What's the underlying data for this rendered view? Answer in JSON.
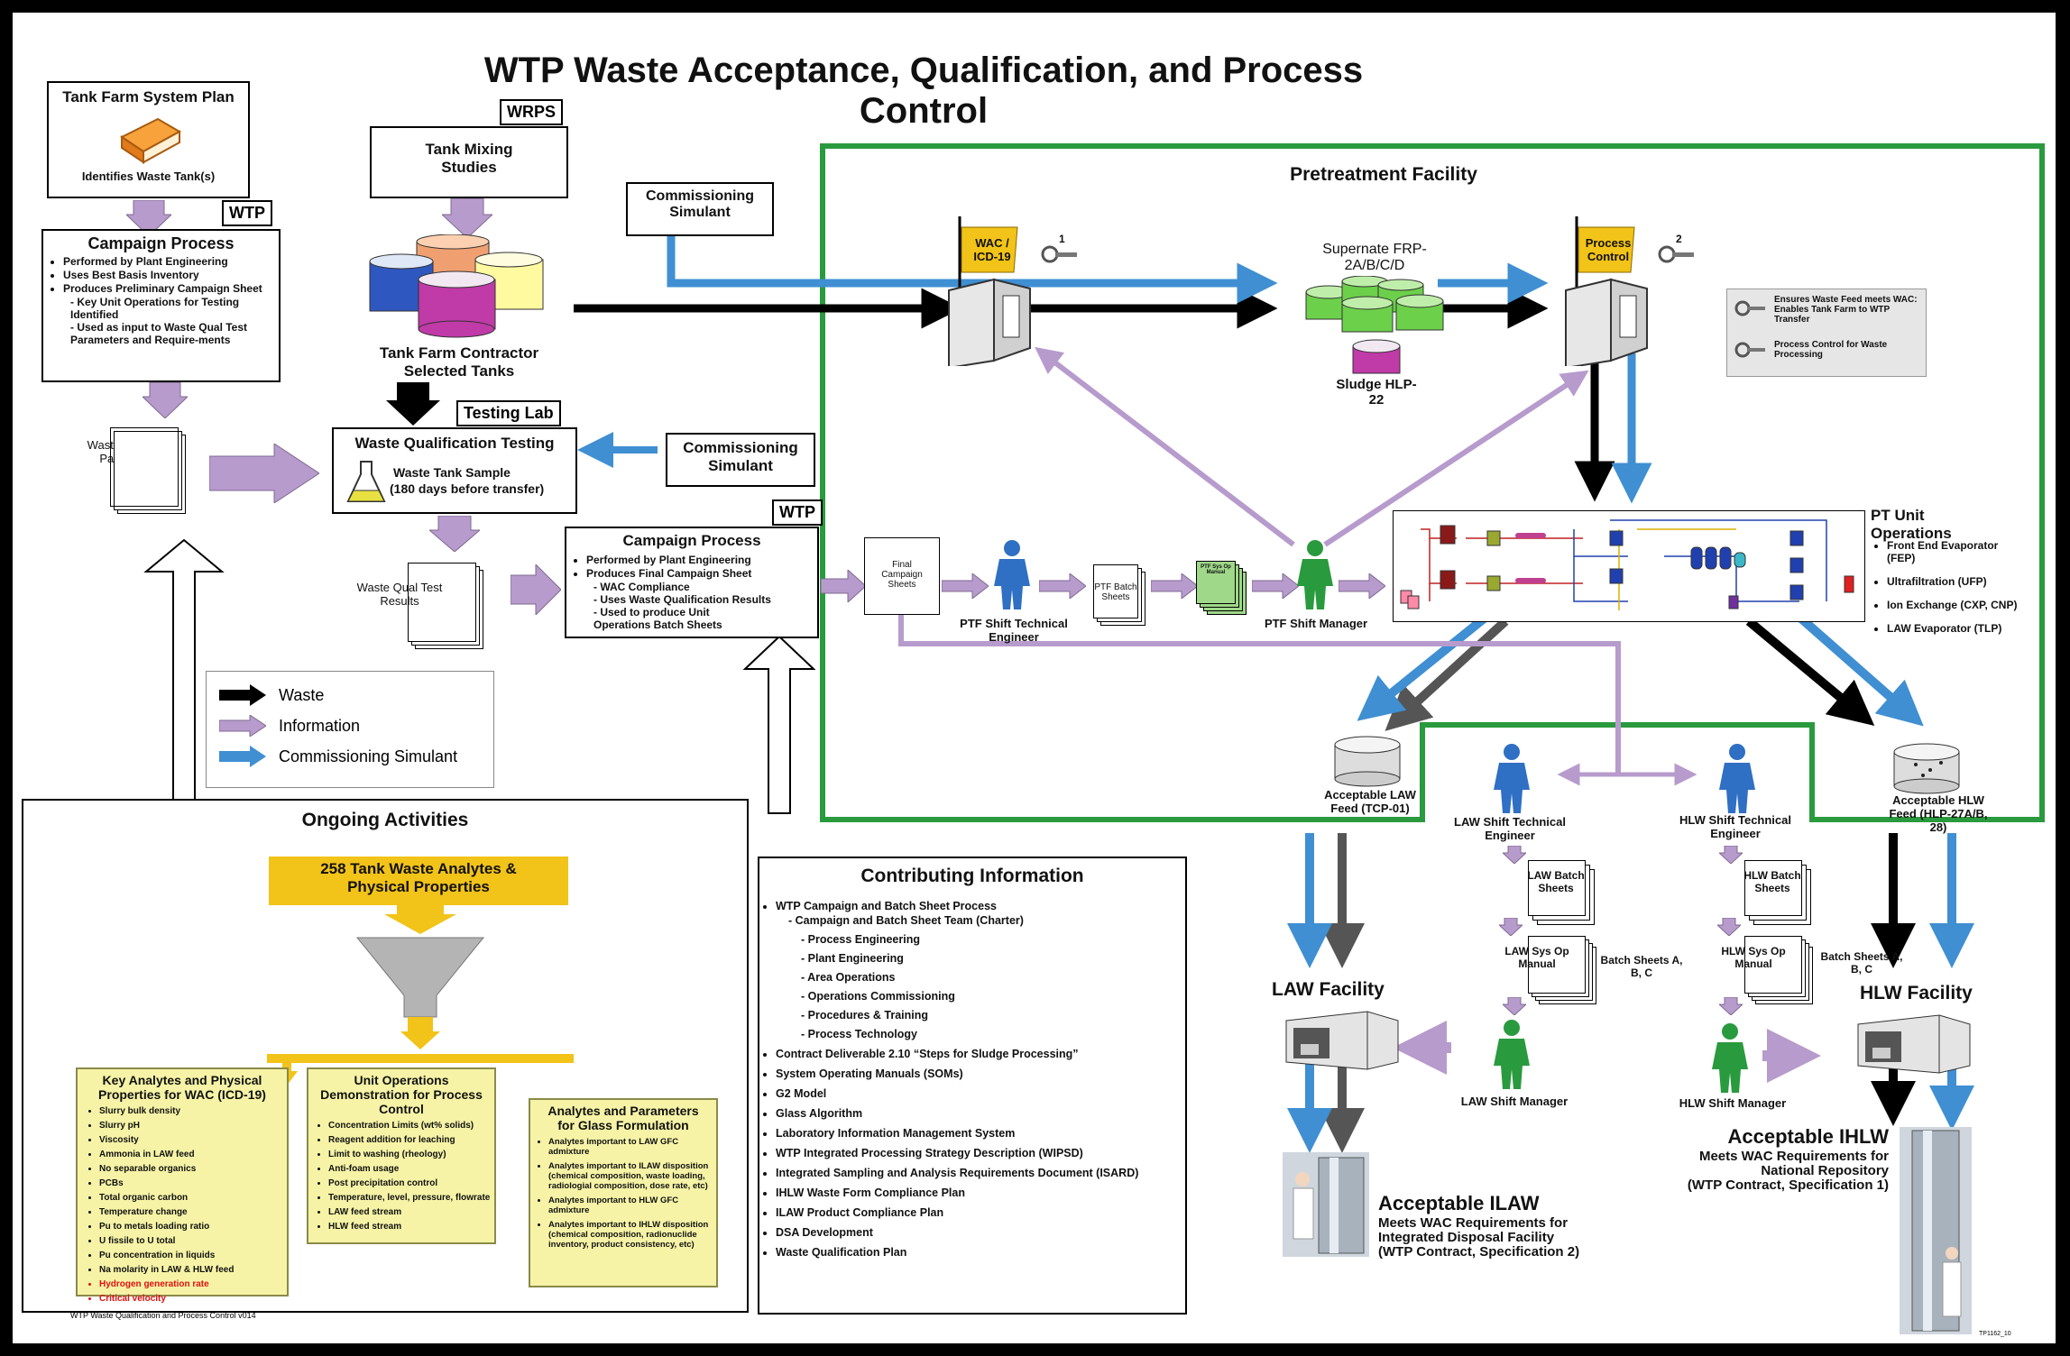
{
  "title": "WTP Waste Acceptance, Qualification, and Process Control",
  "tank_farm_plan": {
    "title": "Tank Farm System Plan",
    "caption": "Identifies Waste Tank(s)"
  },
  "tags": {
    "wtp": "WTP",
    "wrps": "WRPS",
    "testing_lab": "Testing Lab"
  },
  "campaign_left": {
    "title": "Campaign Process",
    "items": [
      "Performed by Plant Engineering",
      "Uses Best Basis Inventory",
      "Produces Preliminary Campaign Sheet"
    ],
    "subitems": [
      "- Key Unit Operations for Testing Identified",
      "- Used as input to Waste Qual Test Parameters and Require-ments"
    ]
  },
  "tank_mixing": "Tank Mixing Studies",
  "tank_farm_selected": "Tank Farm Contractor Selected Tanks",
  "waste_qual_params": "Waste Qual Test Parameters",
  "waste_qual_testing": {
    "title": "Waste Qualification Testing",
    "sample": "Waste Tank Sample",
    "sample_note": "(180 days before transfer)"
  },
  "commissioning_simulant": "Commissioning Simulant",
  "waste_qual_results": "Waste Qual Test Results",
  "campaign_mid": {
    "title": "Campaign Process",
    "items": [
      "Performed by Plant Engineering",
      "Produces Final Campaign Sheet"
    ],
    "subitems": [
      "- WAC Compliance",
      "- Uses Waste Qualification Results",
      "- Used to produce Unit Operations Batch Sheets"
    ]
  },
  "legend": {
    "waste": "Waste",
    "information": "Information",
    "simulant": "Commissioning Simulant"
  },
  "pretreatment": {
    "title": "Pretreatment Facility",
    "flag1": "WAC / ICD-19",
    "flag2": "Process Control",
    "key1_num": "1",
    "key2_num": "2",
    "supernate": "Supernate FRP-2A/B/C/D",
    "sludge": "Sludge HLP-22",
    "note1": "Ensures Waste Feed meets WAC: Enables Tank Farm to WTP Transfer",
    "note2": "Process Control for Waste Processing",
    "final_campaign": "Final Campaign Sheets",
    "ptf_engineer": "PTF Shift Technical Engineer",
    "ptf_batch": "PTF Batch Sheets",
    "ptf_sys_op": "PTF Sys Op Manual",
    "ptf_manager": "PTF Shift Manager",
    "pt_ops_title": "PT Unit Operations",
    "pt_ops": [
      "Front End Evaporator (FEP)",
      "Ultrafiltration (UFP)",
      "Ion Exchange (CXP, CNP)",
      "LAW Evaporator (TLP)"
    ]
  },
  "law_feed": "Acceptable LAW Feed (TCP-01)",
  "hlw_feed": "Acceptable HLW Feed (HLP-27A/B, 28)",
  "law_tech": "LAW Shift Technical Engineer",
  "hlw_tech": "HLW Shift Technical Engineer",
  "law_batch": "LAW Batch Sheets",
  "hlw_batch": "HLW Batch Sheets",
  "law_sysop": "LAW Sys Op Manual",
  "hlw_sysop": "HLW Sys Op Manual",
  "batch_abc": "Batch Sheets A, B, C",
  "law_manager": "LAW Shift Manager",
  "hlw_manager": "HLW Shift Manager",
  "law_facility": "LAW Facility",
  "hlw_facility": "HLW Facility",
  "ilaw": {
    "title": "Acceptable ILAW",
    "line1": "Meets WAC Requirements for",
    "line2": "Integrated Disposal Facility",
    "line3": "(WTP Contract, Specification 2)"
  },
  "ihlw": {
    "title": "Acceptable IHLW",
    "line1": "Meets WAC Requirements for",
    "line2": "National Repository",
    "line3": "(WTP Contract, Specification 1)"
  },
  "ongoing": {
    "title": "Ongoing Activities",
    "banner": "258 Tank Waste Analytes & Physical Properties",
    "box1_title": "Key Analytes and Physical Properties for WAC (ICD-19)",
    "box1_items": [
      "Slurry bulk density",
      "Slurry pH",
      "Viscosity",
      "Ammonia in LAW feed",
      "No separable organics",
      "PCBs",
      "Total organic carbon",
      "Temperature change",
      "Pu to metals loading ratio",
      "U fissile to U total",
      "Pu concentration in liquids",
      "Na molarity in LAW & HLW feed"
    ],
    "box1_red": [
      "Hydrogen generation rate",
      "Critical velocity"
    ],
    "box2_title": "Unit Operations Demonstration for Process Control",
    "box2_items": [
      "Concentration Limits (wt% solids)",
      "Reagent addition for leaching",
      "Limit to washing (rheology)",
      "Anti-foam usage",
      "Post precipitation control",
      "Temperature, level, pressure, flowrate",
      "LAW feed stream",
      "HLW feed stream"
    ],
    "box3_title": "Analytes and Parameters for Glass Formulation",
    "box3_items": [
      "Analytes important to LAW GFC admixture",
      "Analytes important to ILAW disposition (chemical composition, waste loading, radiologial composition, dose rate, etc)",
      "Analytes important to HLW GFC admixture",
      "Analytes important to IHLW disposition (chemical composition, radionuclide inventory, product consistency, etc)"
    ]
  },
  "contributing": {
    "title": "Contributing Information",
    "item1": "WTP Campaign and Batch Sheet Process",
    "item1_sub": "- Campaign and Batch Sheet Team (Charter)",
    "item1_subsub": [
      "Process Engineering",
      "Plant Engineering",
      "Area Operations",
      "Operations Commissioning",
      "Procedures & Training",
      "Process Technology"
    ],
    "items": [
      "Contract Deliverable 2.10 “Steps for Sludge Processing”",
      "System Operating Manuals (SOMs)",
      "G2 Model",
      "Glass Algorithm",
      "Laboratory Information Management System",
      "WTP Integrated Processing Strategy Description (WIPSD)",
      "Integrated Sampling and Analysis Requirements Document (ISARD)",
      "IHLW Waste Form Compliance Plan",
      "ILAW Product Compliance Plan",
      "DSA Development",
      "Waste Qualification Plan"
    ]
  },
  "footer": "WTP Waste Qualification and Process Control v014",
  "footer_id": "TP1162_10",
  "colors": {
    "purple": "#b79bcd",
    "blue": "#3f8fd2",
    "green": "#2a9a3e",
    "yellow": "#f2c318",
    "cream": "#f6f3a6"
  }
}
